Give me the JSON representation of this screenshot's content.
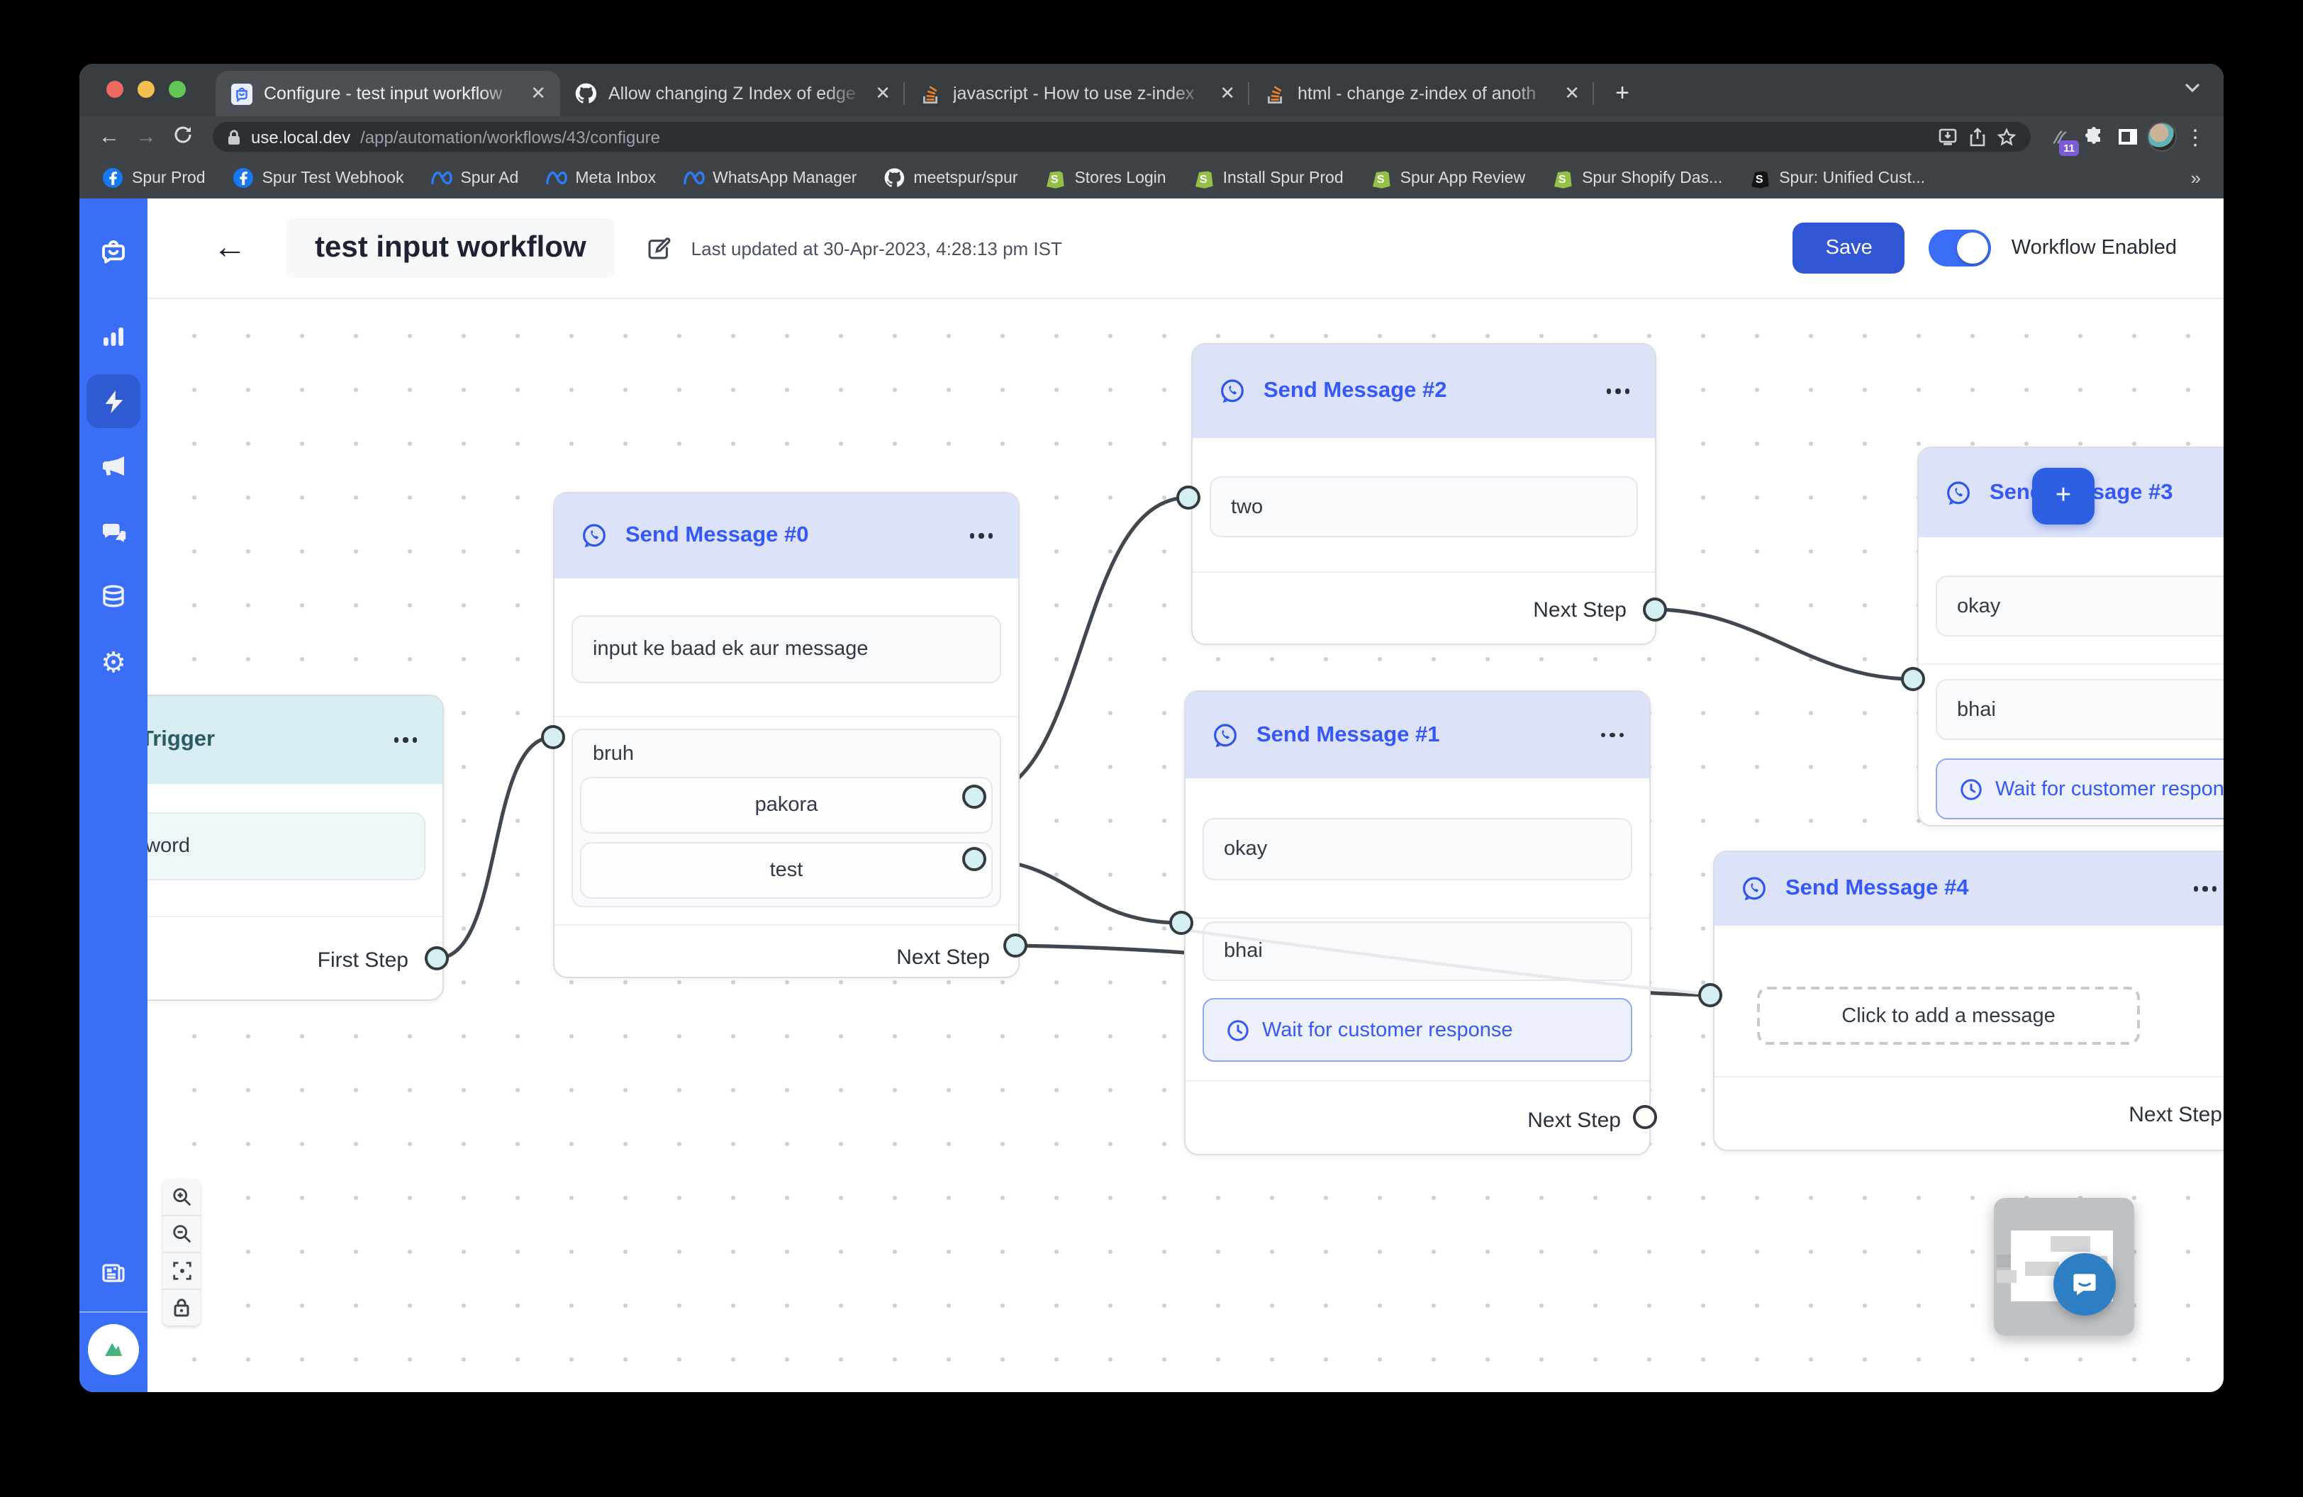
{
  "browser": {
    "tabs": [
      {
        "label": "Configure - test input workflow",
        "icon": "spur-favicon"
      },
      {
        "label": "Allow changing Z Index of edge",
        "icon": "github-icon"
      },
      {
        "label": "javascript - How to use z-index",
        "icon": "stackoverflow-icon"
      },
      {
        "label": "html - change z-index of anoth",
        "icon": "stackoverflow-icon"
      }
    ],
    "url_host": "use.local.dev",
    "url_path": "/app/automation/workflows/43/configure",
    "extension_badge": "11",
    "bookmarks": [
      {
        "label": "Spur Prod",
        "icon": "facebook-icon"
      },
      {
        "label": "Spur Test Webhook",
        "icon": "facebook-icon"
      },
      {
        "label": "Spur Ad",
        "icon": "meta-icon"
      },
      {
        "label": "Meta Inbox",
        "icon": "meta-icon"
      },
      {
        "label": "WhatsApp Manager",
        "icon": "meta-icon"
      },
      {
        "label": "meetspur/spur",
        "icon": "github-icon"
      },
      {
        "label": "Stores Login",
        "icon": "shopify-icon"
      },
      {
        "label": "Install Spur Prod",
        "icon": "shopify-icon"
      },
      {
        "label": "Spur App Review",
        "icon": "shopify-icon"
      },
      {
        "label": "Spur Shopify Das...",
        "icon": "shopify-icon"
      },
      {
        "label": "Spur: Unified Cust...",
        "icon": "shopify-dark-icon"
      }
    ]
  },
  "header": {
    "title": "test input workflow",
    "last_updated": "Last updated at 30-Apr-2023, 4:28:13 pm IST",
    "save_label": "Save",
    "toggle_label": "Workflow Enabled"
  },
  "sidebar": {
    "icons": [
      "spur-logo",
      "analytics-icon",
      "automation-bolt-icon",
      "marketing-megaphone-icon",
      "chats-icon",
      "data-stack-icon",
      "settings-gear-icon",
      "news-icon",
      "account-avatar"
    ]
  },
  "canvas": {
    "nodes": {
      "trigger": {
        "title": "Trigger",
        "keyword": "keyword",
        "footer": "First Step"
      },
      "msg0": {
        "title": "Send Message #0",
        "message": "input ke baad ek aur message",
        "input_label": "bruh",
        "options": [
          "pakora",
          "test"
        ],
        "footer": "Next Step"
      },
      "msg2": {
        "title": "Send Message #2",
        "message": "two",
        "footer": "Next Step"
      },
      "msg1": {
        "title": "Send Message #1",
        "messages": [
          "okay",
          "bhai"
        ],
        "wait_label": "Wait for customer response",
        "footer": "Next Step"
      },
      "msg3": {
        "title": "Send Message #3",
        "messages": [
          "okay",
          "bhai"
        ],
        "wait_label": "Wait for customer response"
      },
      "msg4": {
        "title": "Send Message #4",
        "placeholder": "Click to add a message",
        "footer": "Next Step"
      }
    },
    "add_button_label": "+",
    "edges": [
      {
        "from": "Trigger / First Step",
        "to": "Send Message #0"
      },
      {
        "from": "Send Message #0 / pakora",
        "to": "Send Message #2"
      },
      {
        "from": "Send Message #0 / test",
        "to": "Send Message #1"
      },
      {
        "from": "Send Message #0 / Next Step",
        "to": "Send Message #4"
      },
      {
        "from": "Send Message #2 / Next Step",
        "to": "Send Message #3"
      }
    ]
  },
  "colors": {
    "sidebar_blue": "#3B6EF6",
    "accent_blue": "#3056D3",
    "node_header_lavender": "#DCE3F8",
    "node_title_blue": "#3758F9",
    "trigger_header_teal": "#D8EDF1",
    "edge_gray": "#41474E",
    "handle_cyan": "#D5EEEF",
    "badge_purple": "#7B5BD6",
    "intercom_blue": "#2D7EC2"
  }
}
